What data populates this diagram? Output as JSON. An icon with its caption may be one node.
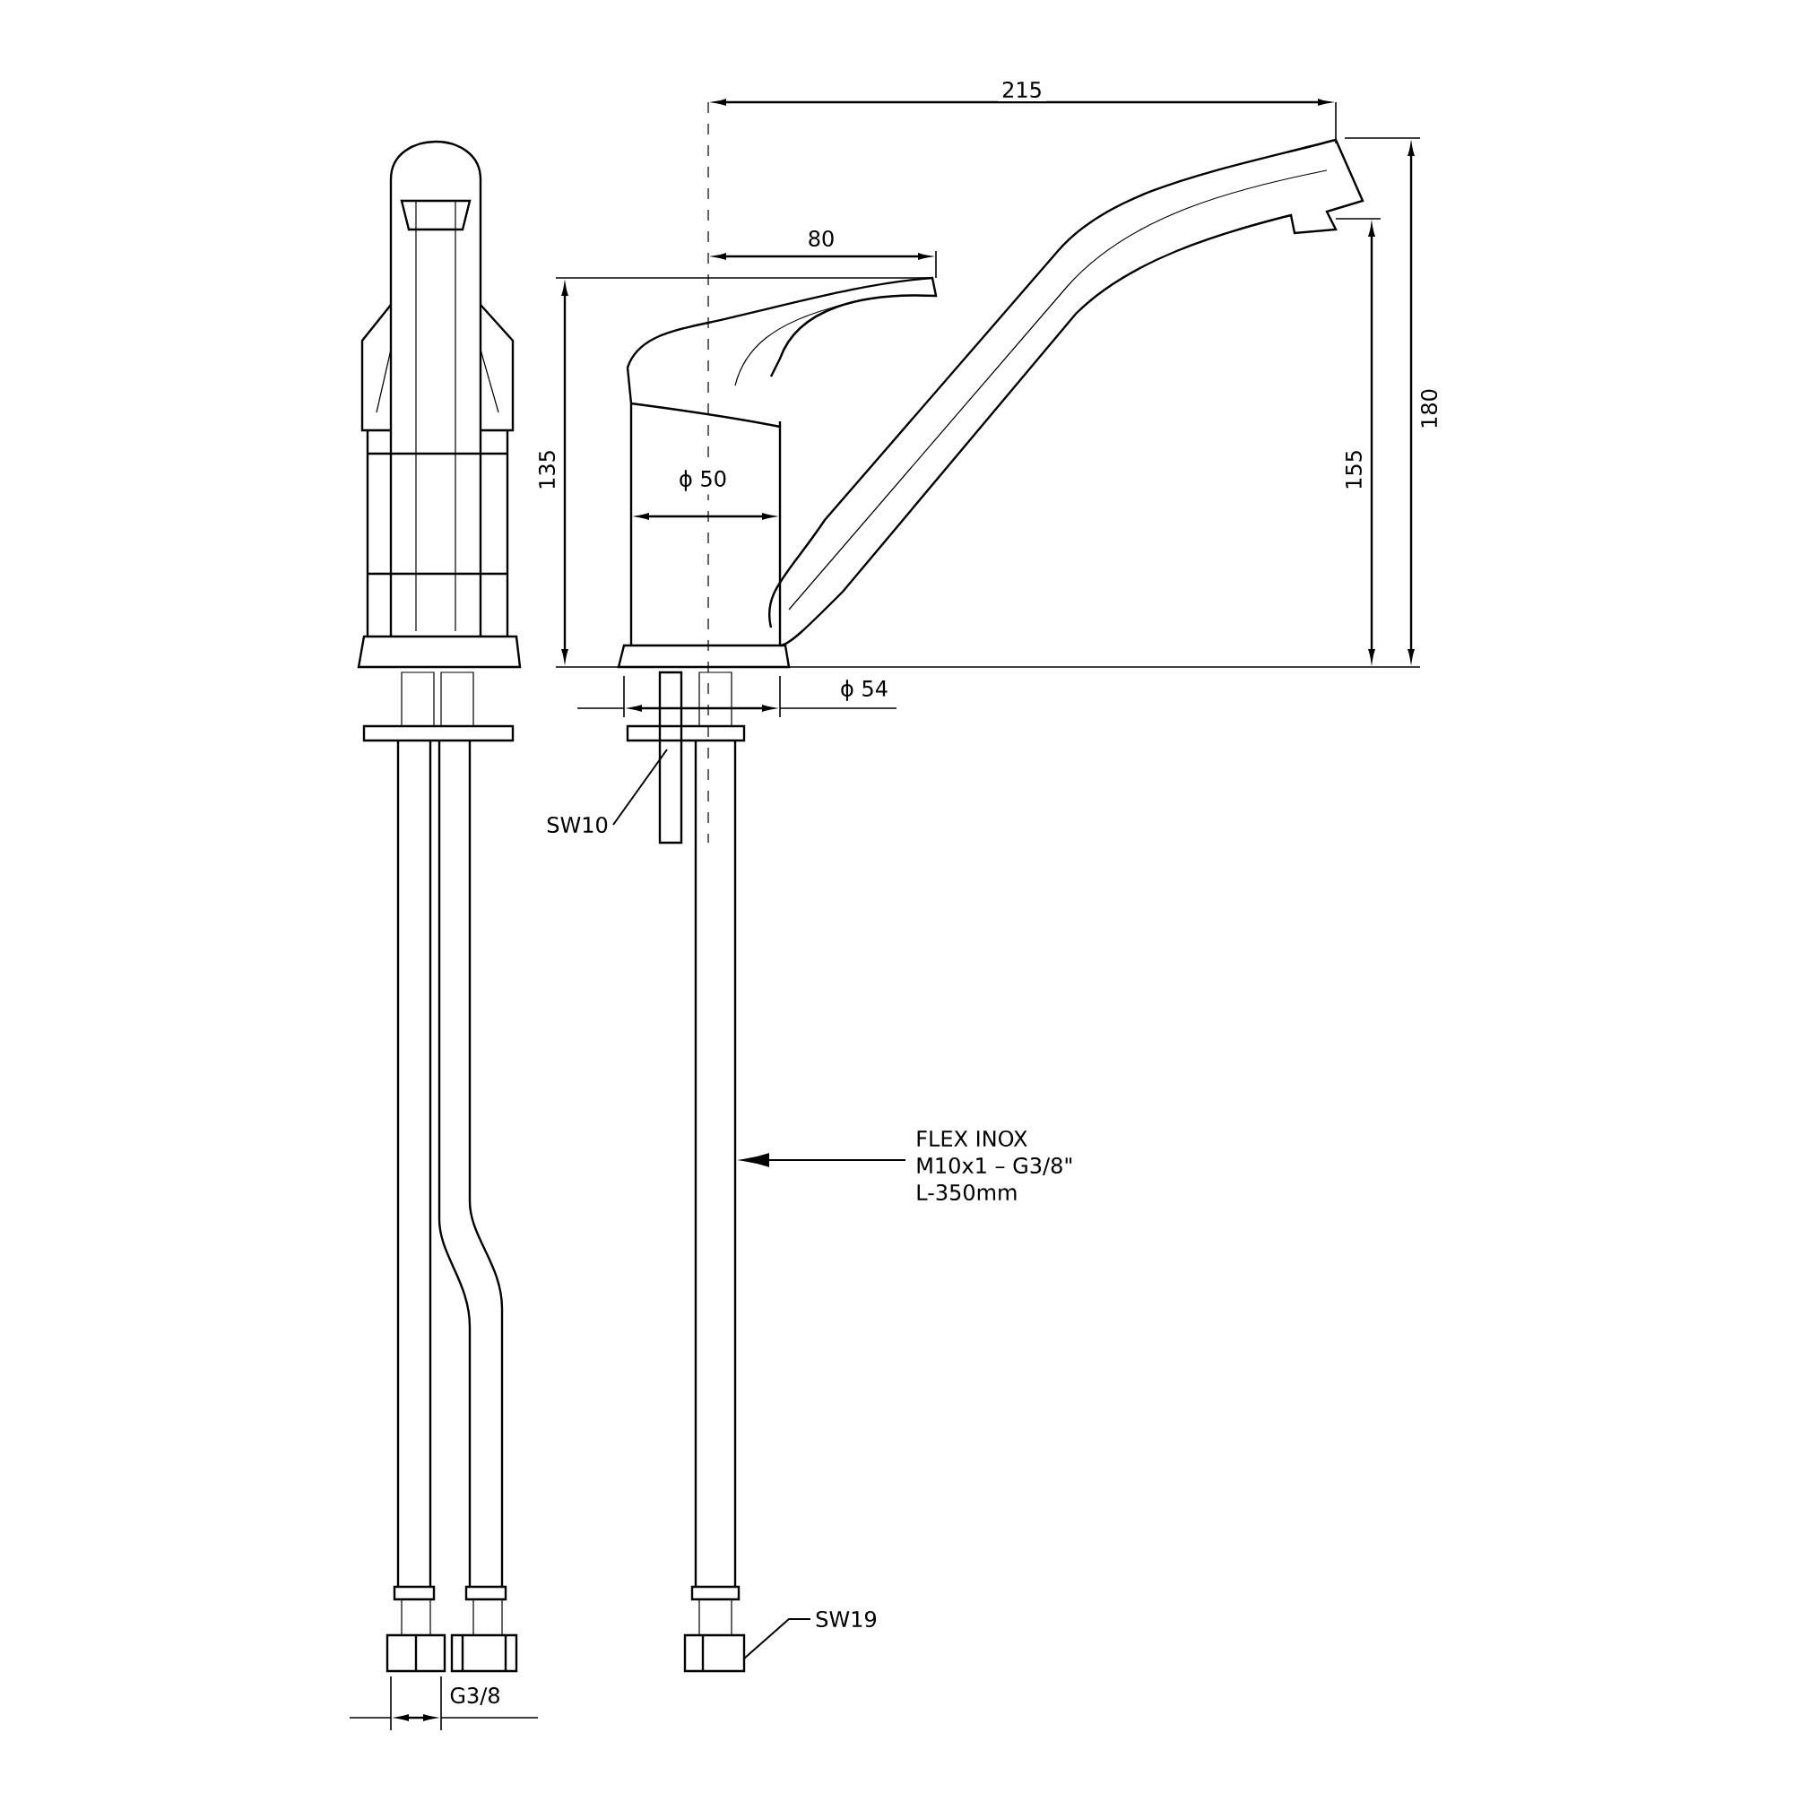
{
  "diagram": {
    "nodes": [
      {
        "text": [
          "SW10"
        ]
      },
      {
        "text": [
          "FLEX INOX",
          "M10x1 – G3/8\"",
          "L-350mm"
        ]
      },
      {
        "text": [
          "SW19"
        ]
      }
    ],
    "edges": [
      {
        "from": 0,
        "to": null,
        "arrow": "none"
      },
      {
        "from": 1,
        "to": null,
        "arrow": "to"
      },
      {
        "from": 2,
        "to": null,
        "arrow": "none"
      }
    ],
    "labels": [
      "215",
      "80",
      "135",
      "ϕ 50",
      "155",
      "180",
      "ϕ 54",
      "G3/8"
    ]
  }
}
